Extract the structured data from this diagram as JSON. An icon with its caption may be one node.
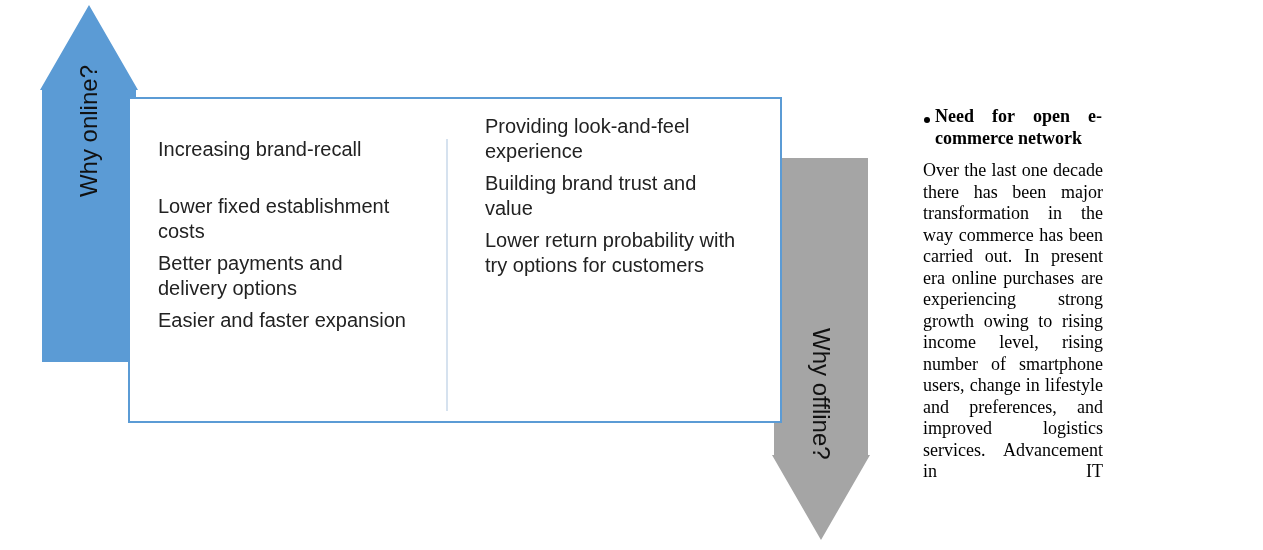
{
  "diagram": {
    "nodes": [
      {
        "text": [
          "Why online?"
        ]
      },
      {
        "text": [
          "Increasing brand-recall",
          "Lower fixed establishment costs",
          "Better payments and delivery options",
          "Easier and faster expansion",
          "Providing look-and-feel experience",
          "Building brand trust and value",
          "Lower return probability with try options for customers"
        ]
      },
      {
        "text": [
          "Why offline?"
        ]
      }
    ],
    "edges": [],
    "labels": [
      "Need for open e-commerce network",
      "Over the last one decade there has been major transformation in the way commerce has been carried out. In present era online purchases are experiencing strong growth owing to rising income level, rising number of smartphone users, change in lifestyle and preferences, and improved logistics services. Advancement in IT"
    ]
  }
}
